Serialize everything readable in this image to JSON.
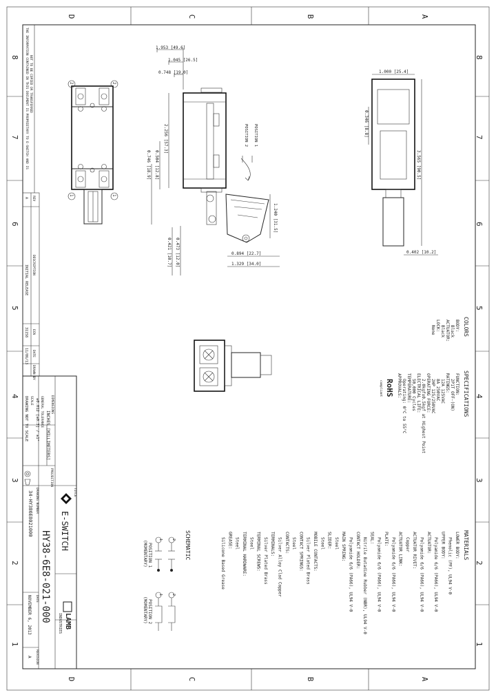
{
  "zones": {
    "letters": [
      "D",
      "C",
      "B",
      "A"
    ],
    "numbers": [
      "8",
      "7",
      "6",
      "5",
      "4",
      "3",
      "2",
      "1"
    ]
  },
  "notice": {
    "line1": "THE INFORMATION CONTAINED IN THIS DOCUMENT IS PROPRIETARY TO E-SWITCH AND IS",
    "line2": "NOT TO BE COPIED OR TRANSFERRED"
  },
  "dimensions": {
    "top_1": "1.953 [49.6]",
    "top_2": "1.045 [26.5]",
    "top_3": "0.748 [19.0]",
    "height_1": "2.256 [57.3]",
    "height_2": "0.504 [12.8]",
    "height_3": "0.746 [18.9]",
    "right_width": "1.000 [25.4]",
    "right_height": "0.346 [8.8]",
    "right_long": "3.565 [90.5]",
    "right_small": "0.402 [10.2]",
    "lever_h": "1.240 [31.5]",
    "lever_w1": "0.894 [22.7]",
    "lever_w2": "1.329 [34.0]",
    "low_1": "0.473 [12.0]",
    "low_2": "0.421 [10.7]"
  },
  "positions": {
    "p1": "POSITION 1",
    "p2": "POSITION 2"
  },
  "colors_section": {
    "heading": "COLORS",
    "body_label": "BODY:",
    "body_value": "Black",
    "actuator_label": "ACTUATOR:",
    "actuator_value": "Black",
    "lock_label": "LOCK:",
    "lock_value": "None"
  },
  "specifications": {
    "heading": "SPECIFICATIONS",
    "function_label": "FUNCTION:",
    "function_value": "2P1T OFF-(ON)",
    "ratings_label": "RATINGS:",
    "ratings_1": "12A 125VAC",
    "ratings_2": "8A 250VAC",
    "ratings_3": "2HP 125/250VAC",
    "force_label": "OPERATING FORCE:",
    "force_value": "2.0kgf±0.5kgf at Highest Point",
    "life_label": "ELECTRICAL LIFE:",
    "life_value": "50,000 Cycles",
    "temp_label": "TEMPERATURE:",
    "temp_value": "Operating: 0°C to 55°C",
    "approvals_label": "APPROVALS:",
    "rohs": "RoHS",
    "rohs_sub": "compliant"
  },
  "materials": {
    "heading": "MATERIALS",
    "lines": [
      "LOWER BODY:",
      "Phenolic (PF), UL94 V-0",
      "UPPER BODY:",
      "Polyamide 6/6 (PA66), UL94 V-0",
      "ACTUATOR:",
      "Polyamide 6/6 (PA66), UL94 V-0",
      "ACTUATOR RIVET:",
      "Copper",
      "ACTUATOR LINK:",
      "Polyamide 6/6 (PA66), UL94 V-0",
      "PLATE:",
      "Polyamide 6/6 (PA66), UL94 V-0",
      "SEAL:",
      "Nitrile Butadine Rubber (NBR), UL94 V-0",
      "CONTACT HOLDER:",
      "Polyamide 6/6 (PA66), UL94 V-0",
      "MAIN SPRING:",
      "Steel",
      "SLIDER:",
      "Steel",
      "MOBILE CONTACTS:",
      "Silver Plated Brass",
      "CONTACT SPRINGS:",
      "Steel",
      "CONTACTS:",
      "Silver Alloy Clad Copper",
      "TERMINALS:",
      "Silver Plated Brass",
      "TERMINAL SCREWS:",
      "Steel",
      "TERMINAL HARDWARE:",
      "Steel",
      "GREASE:",
      "Silicone Based Grease"
    ]
  },
  "schematic": {
    "heading": "SCHEMATIC",
    "pos1": "POSITION 1",
    "pos1_sub": "(MOMENTARY)",
    "pos2": "POSITION 2",
    "pos2_sub": "(MOMENTARY)"
  },
  "title_block": {
    "part_number": "HY38-6E8-021-000",
    "part_number_small": "34-HY386E8021000",
    "brand": "E-SWITCH",
    "lamb": "LAMB",
    "lamb_sub": "INDUSTRIES",
    "dims_label": "DIMENSIONS",
    "dims_value": "INCHES [MILLIMETERS]",
    "tolerance_label": "GENERAL TOLERANCE",
    "tolerance_value": "±0.012 [±0.3] / ±1°",
    "scale_label": "SCALE",
    "scale_value": "DRAWING NOT TO SCALE",
    "date_label": "DATE",
    "date_value": "NOVEMBER 6, 2013",
    "revision_label": "REVISION",
    "revision_value": "A",
    "title_label": "TITLE",
    "drawing_number_label": "DRAWING NUMBER",
    "rev_col_rev": "REV",
    "rev_col_desc": "DESCRIPTION",
    "rev_col_ecn": "ECN",
    "rev_col_date": "DATE",
    "rev_col_by": "DRAWN BY",
    "rev_row_rev": "A",
    "rev_row_desc": "INITIAL RELEASE",
    "rev_row_ecn": "31158",
    "rev_row_date": "11/06/13",
    "projection": "PROJECTION"
  },
  "callouts": [
    "1",
    "2",
    "1",
    "2"
  ]
}
